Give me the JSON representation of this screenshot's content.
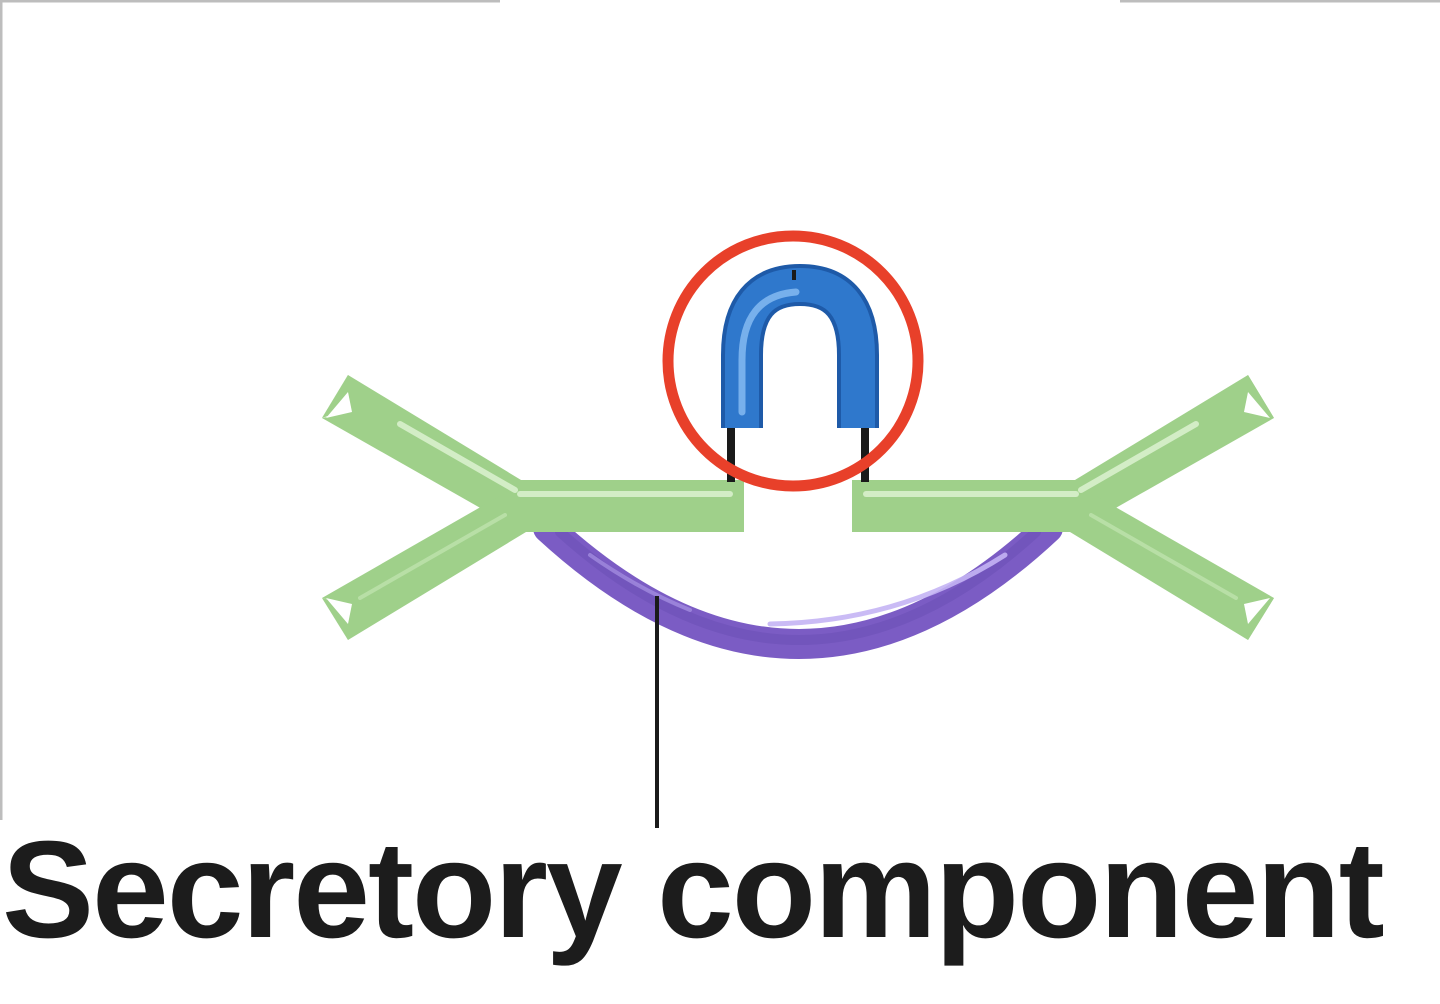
{
  "diagram": {
    "label": "Secretory component",
    "colors": {
      "heavy_chain": "#9fd08a",
      "heavy_chain_highlight": "#d3edc6",
      "secretory_component": "#7b5cc4",
      "secretory_highlight": "#b9a6ee",
      "j_chain": "#2f78cc",
      "j_chain_highlight": "#7fb6f0",
      "highlight_ring": "#e8402a",
      "pointer_line": "#1a1a1a",
      "frame_line": "#bdbdbd",
      "text": "#1c1c1c"
    },
    "components": [
      "left-antibody-arm",
      "right-antibody-arm",
      "j-chain",
      "secretory-component-arc",
      "highlight-circle",
      "pointer-line"
    ]
  }
}
